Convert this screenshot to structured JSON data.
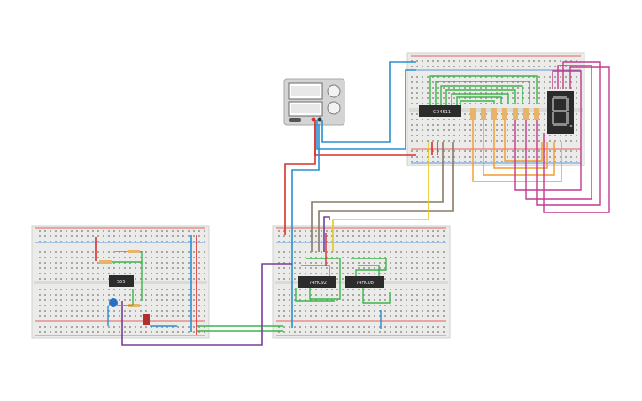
{
  "chips": {
    "timer": "555",
    "counter": "74HC92",
    "decoder_a": "74HC08",
    "decoder_b": "CD4511"
  },
  "colors": {
    "board": "#e9e9e7",
    "board_edge": "#d2d2cf",
    "hole": "#9a9a96",
    "rail_red": "#e3312f",
    "rail_blue": "#2f7fd3",
    "chip": "#2c2c2c",
    "wire_green": "#3cb54a",
    "wire_red": "#d9302c",
    "wire_blue": "#2a8fd0",
    "wire_purple": "#7a3d9c",
    "wire_brown": "#8a7a66",
    "wire_yellow": "#e8c81e",
    "wire_orange": "#f39a2c",
    "wire_magenta": "#c23a8e",
    "display_body": "#2b2b2b",
    "segment": "#8c8c8c",
    "resistor": "#e8b46a",
    "capacitor_blue": "#2a6fc2",
    "capacitor_red": "#b03030",
    "supply_body": "#d4d4d4"
  },
  "icons": {
    "power": "power-supply-icon",
    "display": "seven-segment-display-icon",
    "timer": "timer-chip-icon"
  }
}
